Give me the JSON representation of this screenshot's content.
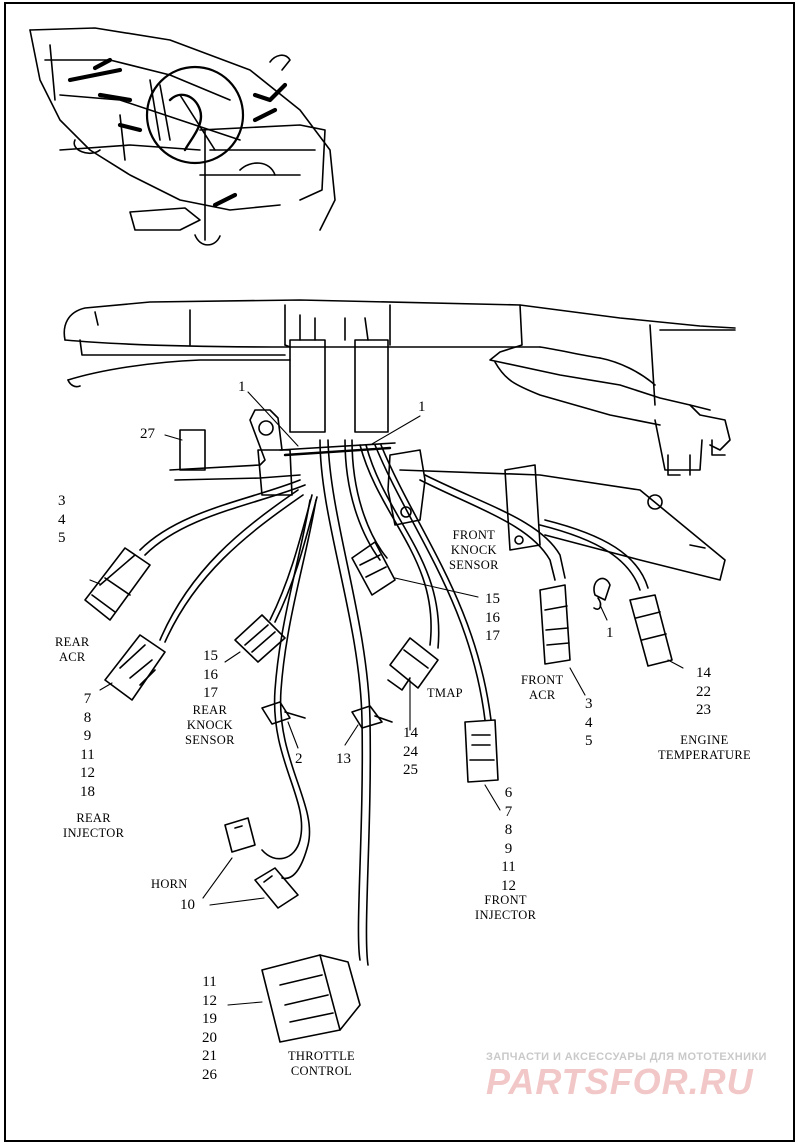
{
  "callouts": {
    "c1_left": "1",
    "c1_right": "1",
    "c27": "27",
    "c1_front_acr": "1",
    "c2": "2",
    "c13": "13",
    "c10": "10"
  },
  "stacks": {
    "rear_acr_nums": [
      "3",
      "4",
      "5"
    ],
    "rear_knock_nums": [
      "15",
      "16",
      "17"
    ],
    "front_knock_nums": [
      "15",
      "16",
      "17"
    ],
    "rear_injector_nums": [
      "7",
      "8",
      "9",
      "11",
      "12",
      "18"
    ],
    "tmap_nums": [
      "14",
      "24",
      "25"
    ],
    "front_injector_nums": [
      "6",
      "7",
      "8",
      "9",
      "11",
      "12"
    ],
    "front_acr_nums": [
      "3",
      "4",
      "5"
    ],
    "engine_temp_nums": [
      "14",
      "22",
      "23"
    ],
    "throttle_nums": [
      "11",
      "12",
      "19",
      "20",
      "21",
      "26"
    ]
  },
  "captions": {
    "rear_acr": [
      "REAR",
      "ACR"
    ],
    "rear_knock": [
      "REAR",
      "KNOCK",
      "SENSOR"
    ],
    "front_knock": [
      "FRONT",
      "KNOCK",
      "SENSOR"
    ],
    "rear_injector": [
      "REAR",
      "INJECTOR"
    ],
    "tmap": "TMAP",
    "front_acr": [
      "FRONT",
      "ACR"
    ],
    "engine_temp": [
      "ENGINE",
      "TEMPERATURE"
    ],
    "horn": "HORN",
    "front_injector": [
      "FRONT",
      "INJECTOR"
    ],
    "throttle": [
      "THROTTLE",
      "CONTROL"
    ]
  },
  "watermark": {
    "top": "ЗАПЧАСТИ И АКСЕССУАРЫ ДЛЯ МОТОТЕХНИКИ",
    "logo": "PARTSFOR.RU"
  },
  "colors": {
    "line": "#000000",
    "watermark_text": "#c9c9c9",
    "watermark_logo": "#f2c7c7"
  }
}
